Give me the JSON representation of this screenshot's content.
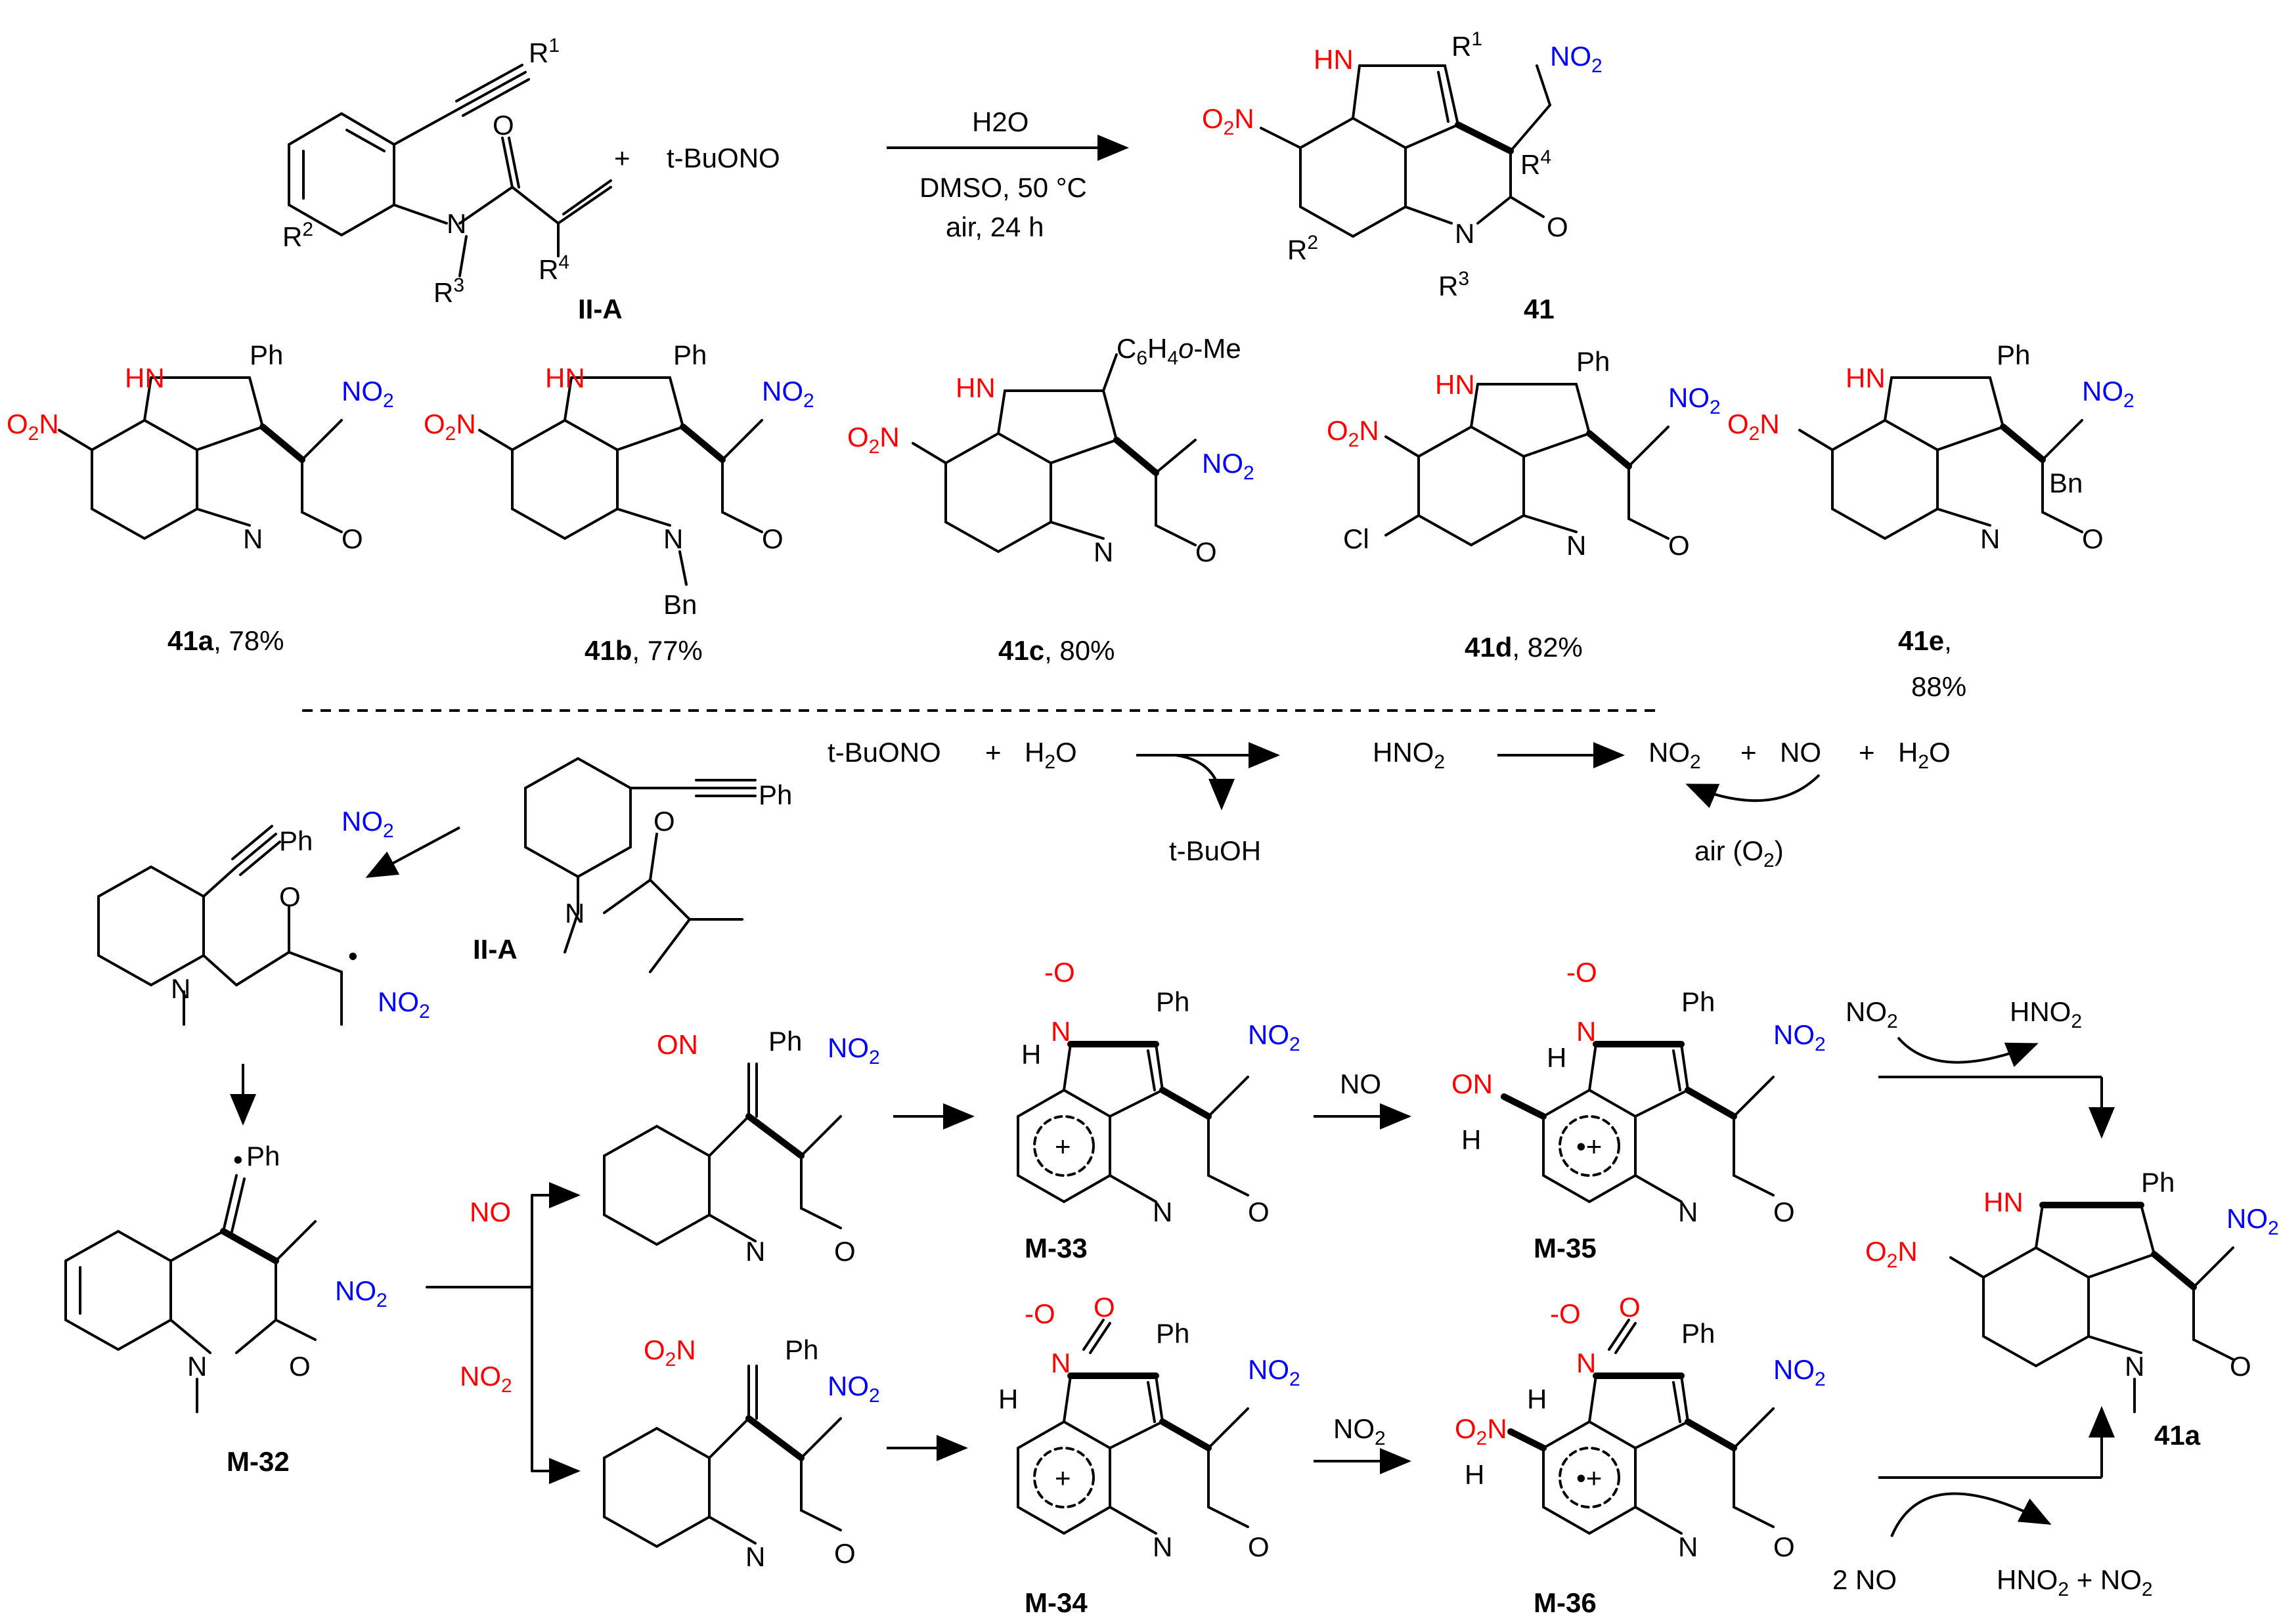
{
  "scheme": {
    "reaction": {
      "reagent": "t-BuONO",
      "plus": "+",
      "conditions": [
        "H2O",
        "DMSO, 50 °C",
        "air, 24 h"
      ],
      "substrate_label": "II-A",
      "product_label": "41",
      "substrate_groups": [
        "R1",
        "R2",
        "R3",
        "R4"
      ]
    },
    "products": [
      {
        "id": "41a",
        "yield": ", 78%",
        "groups": [
          "Ph",
          "NO2",
          "HN",
          "O2N"
        ]
      },
      {
        "id": "41b",
        "yield": ", 77%",
        "groups": [
          "Ph",
          "NO2",
          "Bn"
        ]
      },
      {
        "id": "41c",
        "yield": ",  80%",
        "groups": [
          "C6H4o-Me",
          "NO2"
        ]
      },
      {
        "id": "41d",
        "yield": ", 82%",
        "groups": [
          "Ph",
          "NO2",
          "Cl"
        ]
      },
      {
        "id": "41e",
        "yield": ",",
        "yield2": "88%",
        "groups": [
          "Ph",
          "NO2",
          "Bn"
        ]
      }
    ],
    "mechanism": {
      "radical_generation": {
        "eq1": [
          "t-BuONO",
          "+",
          "H2O"
        ],
        "byproduct": "t-BuOH",
        "intermediate": "HNO2",
        "eq2": [
          "NO2",
          "+",
          "NO",
          "+",
          "H2O"
        ],
        "regeneration": "air (O2)"
      },
      "labels": [
        "II-A",
        "M-32",
        "M-33",
        "M-34",
        "M-35",
        "M-36",
        "41a"
      ],
      "branch_reagents": [
        "NO",
        "NO2"
      ],
      "step_reagents": [
        "NO",
        "NO2"
      ],
      "final_step_top": {
        "reagent": "NO2",
        "byproduct": "HNO2"
      },
      "final_step_bottom": {
        "reagent": "2 NO",
        "byproduct": "HNO2 + NO2"
      }
    }
  }
}
